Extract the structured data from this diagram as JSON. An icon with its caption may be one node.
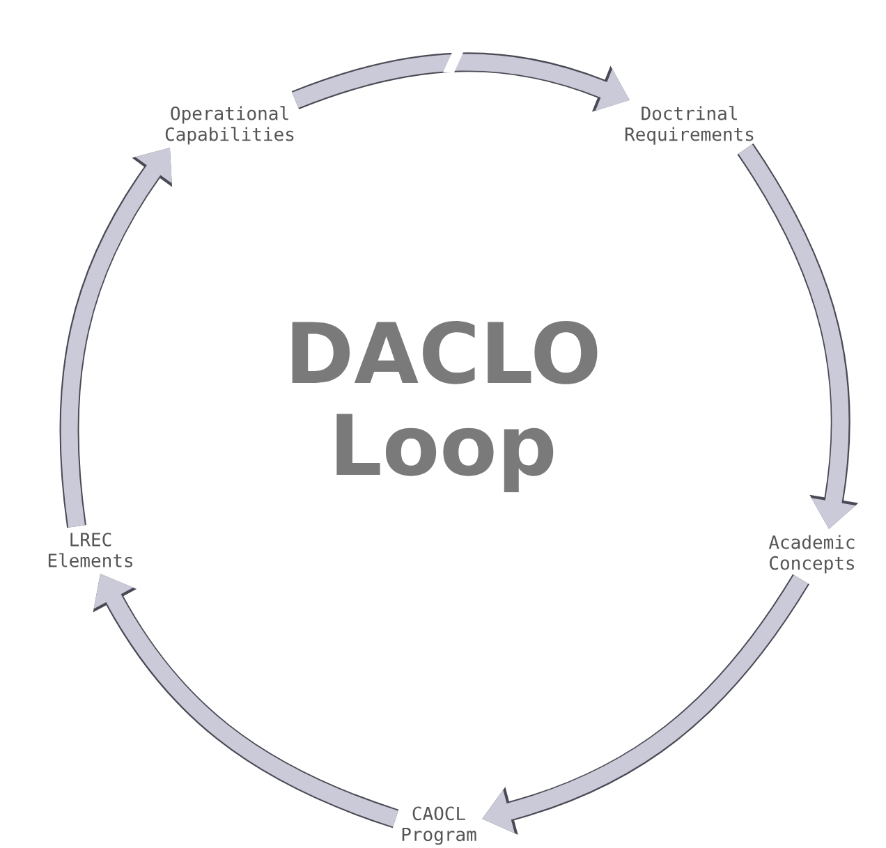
{
  "diagram": {
    "title": "DACLO Loop",
    "nodes": [
      {
        "text": [
          "Operational Capabilities"
        ]
      },
      {
        "text": [
          "Doctrinal Requirements"
        ]
      },
      {
        "text": [
          "LREC Elements"
        ]
      },
      {
        "text": [
          "Academic Concepts"
        ]
      },
      {
        "text": [
          "CAOCL Program"
        ]
      }
    ],
    "edges": [
      {
        "from": 0,
        "to": 1,
        "arrow": "to"
      },
      {
        "from": 1,
        "to": 3,
        "arrow": "to"
      },
      {
        "from": 3,
        "to": 4,
        "arrow": "to"
      },
      {
        "from": 4,
        "to": 2,
        "arrow": "to"
      },
      {
        "from": 2,
        "to": 0,
        "arrow": "to"
      }
    ]
  }
}
